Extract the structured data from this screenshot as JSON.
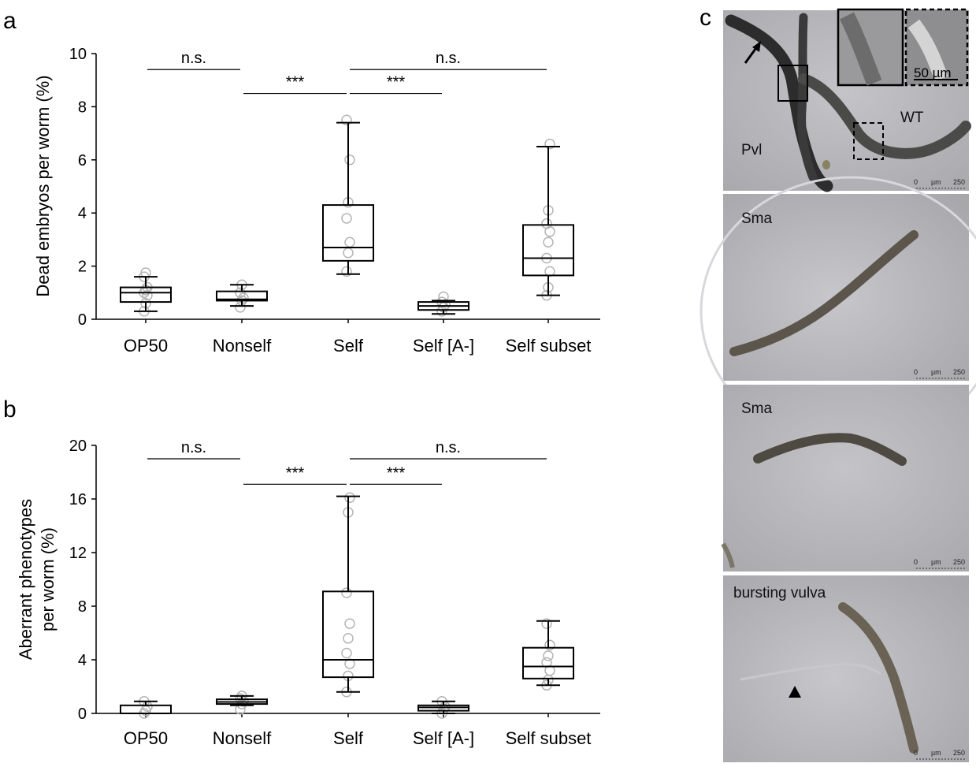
{
  "panel_labels": {
    "a": "a",
    "b": "b",
    "c": "c"
  },
  "chart_data": [
    {
      "panel": "a",
      "type": "box",
      "ylabel": "Dead embryos per worm (%)",
      "ylim": [
        0,
        10
      ],
      "yticks": [
        0,
        2,
        4,
        6,
        8,
        10
      ],
      "categories": [
        "OP50",
        "Nonself",
        "Self",
        "Self [A-]",
        "Self subset"
      ],
      "boxes": [
        {
          "category": "OP50",
          "min": 0.3,
          "q1": 0.65,
          "median": 1.0,
          "q3": 1.2,
          "max": 1.6,
          "points": [
            0.3,
            0.6,
            0.9,
            1.0,
            1.1,
            1.2,
            1.6,
            1.75
          ]
        },
        {
          "category": "Nonself",
          "min": 0.5,
          "q1": 0.7,
          "median": 0.75,
          "q3": 1.05,
          "max": 1.3,
          "points": [
            0.45,
            0.7,
            0.8,
            1.0,
            1.3
          ]
        },
        {
          "category": "Self",
          "min": 1.7,
          "q1": 2.2,
          "median": 2.7,
          "q3": 4.3,
          "max": 7.4,
          "points": [
            1.8,
            2.5,
            2.9,
            3.8,
            4.4,
            6.0,
            7.5
          ]
        },
        {
          "category": "Self [A-]",
          "min": 0.2,
          "q1": 0.35,
          "median": 0.5,
          "q3": 0.65,
          "max": 0.7,
          "points": [
            0.3,
            0.45,
            0.55,
            0.65,
            0.85
          ]
        },
        {
          "category": "Self subset",
          "min": 0.9,
          "q1": 1.65,
          "median": 2.3,
          "q3": 3.55,
          "max": 6.5,
          "points": [
            0.9,
            1.2,
            1.8,
            2.3,
            2.9,
            3.3,
            3.6,
            4.1,
            6.6
          ]
        }
      ],
      "significance": [
        {
          "from": 0,
          "to": 1,
          "label": "n.s.",
          "y": 9.4
        },
        {
          "from": 1,
          "to": 2,
          "label": "***",
          "y": 8.5
        },
        {
          "from": 2,
          "to": 3,
          "label": "***",
          "y": 8.5
        },
        {
          "from": 2,
          "to": 4,
          "label": "n.s.",
          "y": 9.4
        }
      ]
    },
    {
      "panel": "b",
      "type": "box",
      "ylabel": "Aberrant phenotypes per worm (%)",
      "ylabel_lines": [
        "Aberrant phenotypes",
        "per worm (%)"
      ],
      "ylim": [
        0,
        20
      ],
      "yticks": [
        0,
        4,
        8,
        12,
        16,
        20
      ],
      "categories": [
        "OP50",
        "Nonself",
        "Self",
        "Self [A-]",
        "Self subset"
      ],
      "boxes": [
        {
          "category": "OP50",
          "min": 0.0,
          "q1": 0.0,
          "median": 0.0,
          "q3": 0.6,
          "max": 0.9,
          "points": [
            0.0,
            0.2,
            0.5,
            0.9
          ]
        },
        {
          "category": "Nonself",
          "min": 0.6,
          "q1": 0.7,
          "median": 0.85,
          "q3": 1.05,
          "max": 1.3,
          "points": [
            0.3,
            0.7,
            0.9,
            1.1,
            1.3
          ]
        },
        {
          "category": "Self",
          "min": 1.6,
          "q1": 2.7,
          "median": 4.0,
          "q3": 9.1,
          "max": 16.2,
          "points": [
            1.6,
            2.8,
            3.7,
            4.5,
            5.6,
            6.7,
            9.0,
            15.0,
            16.1
          ]
        },
        {
          "category": "Self [A-]",
          "min": 0.0,
          "q1": 0.2,
          "median": 0.45,
          "q3": 0.6,
          "max": 0.9,
          "points": [
            0.0,
            0.3,
            0.5,
            0.9
          ]
        },
        {
          "category": "Self subset",
          "min": 2.1,
          "q1": 2.6,
          "median": 3.5,
          "q3": 4.9,
          "max": 6.9,
          "points": [
            2.1,
            2.5,
            3.2,
            3.8,
            4.3,
            5.1,
            6.7
          ]
        }
      ],
      "significance": [
        {
          "from": 0,
          "to": 1,
          "label": "n.s.",
          "y": 19.0
        },
        {
          "from": 1,
          "to": 2,
          "label": "***",
          "y": 17.1
        },
        {
          "from": 2,
          "to": 3,
          "label": "***",
          "y": 17.1
        },
        {
          "from": 2,
          "to": 4,
          "label": "n.s.",
          "y": 19.0
        }
      ]
    }
  ],
  "micrographs": {
    "panel1": {
      "labels": [
        "Pvl",
        "WT"
      ],
      "inset_scale": "50 µm"
    },
    "panel2": {
      "labels": [
        "Sma"
      ]
    },
    "panel3": {
      "labels": [
        "Sma"
      ]
    },
    "panel4": {
      "labels": [
        "bursting vulva"
      ]
    },
    "scale_bar": {
      "zero": "0",
      "unit": "µm",
      "end": "250"
    }
  }
}
